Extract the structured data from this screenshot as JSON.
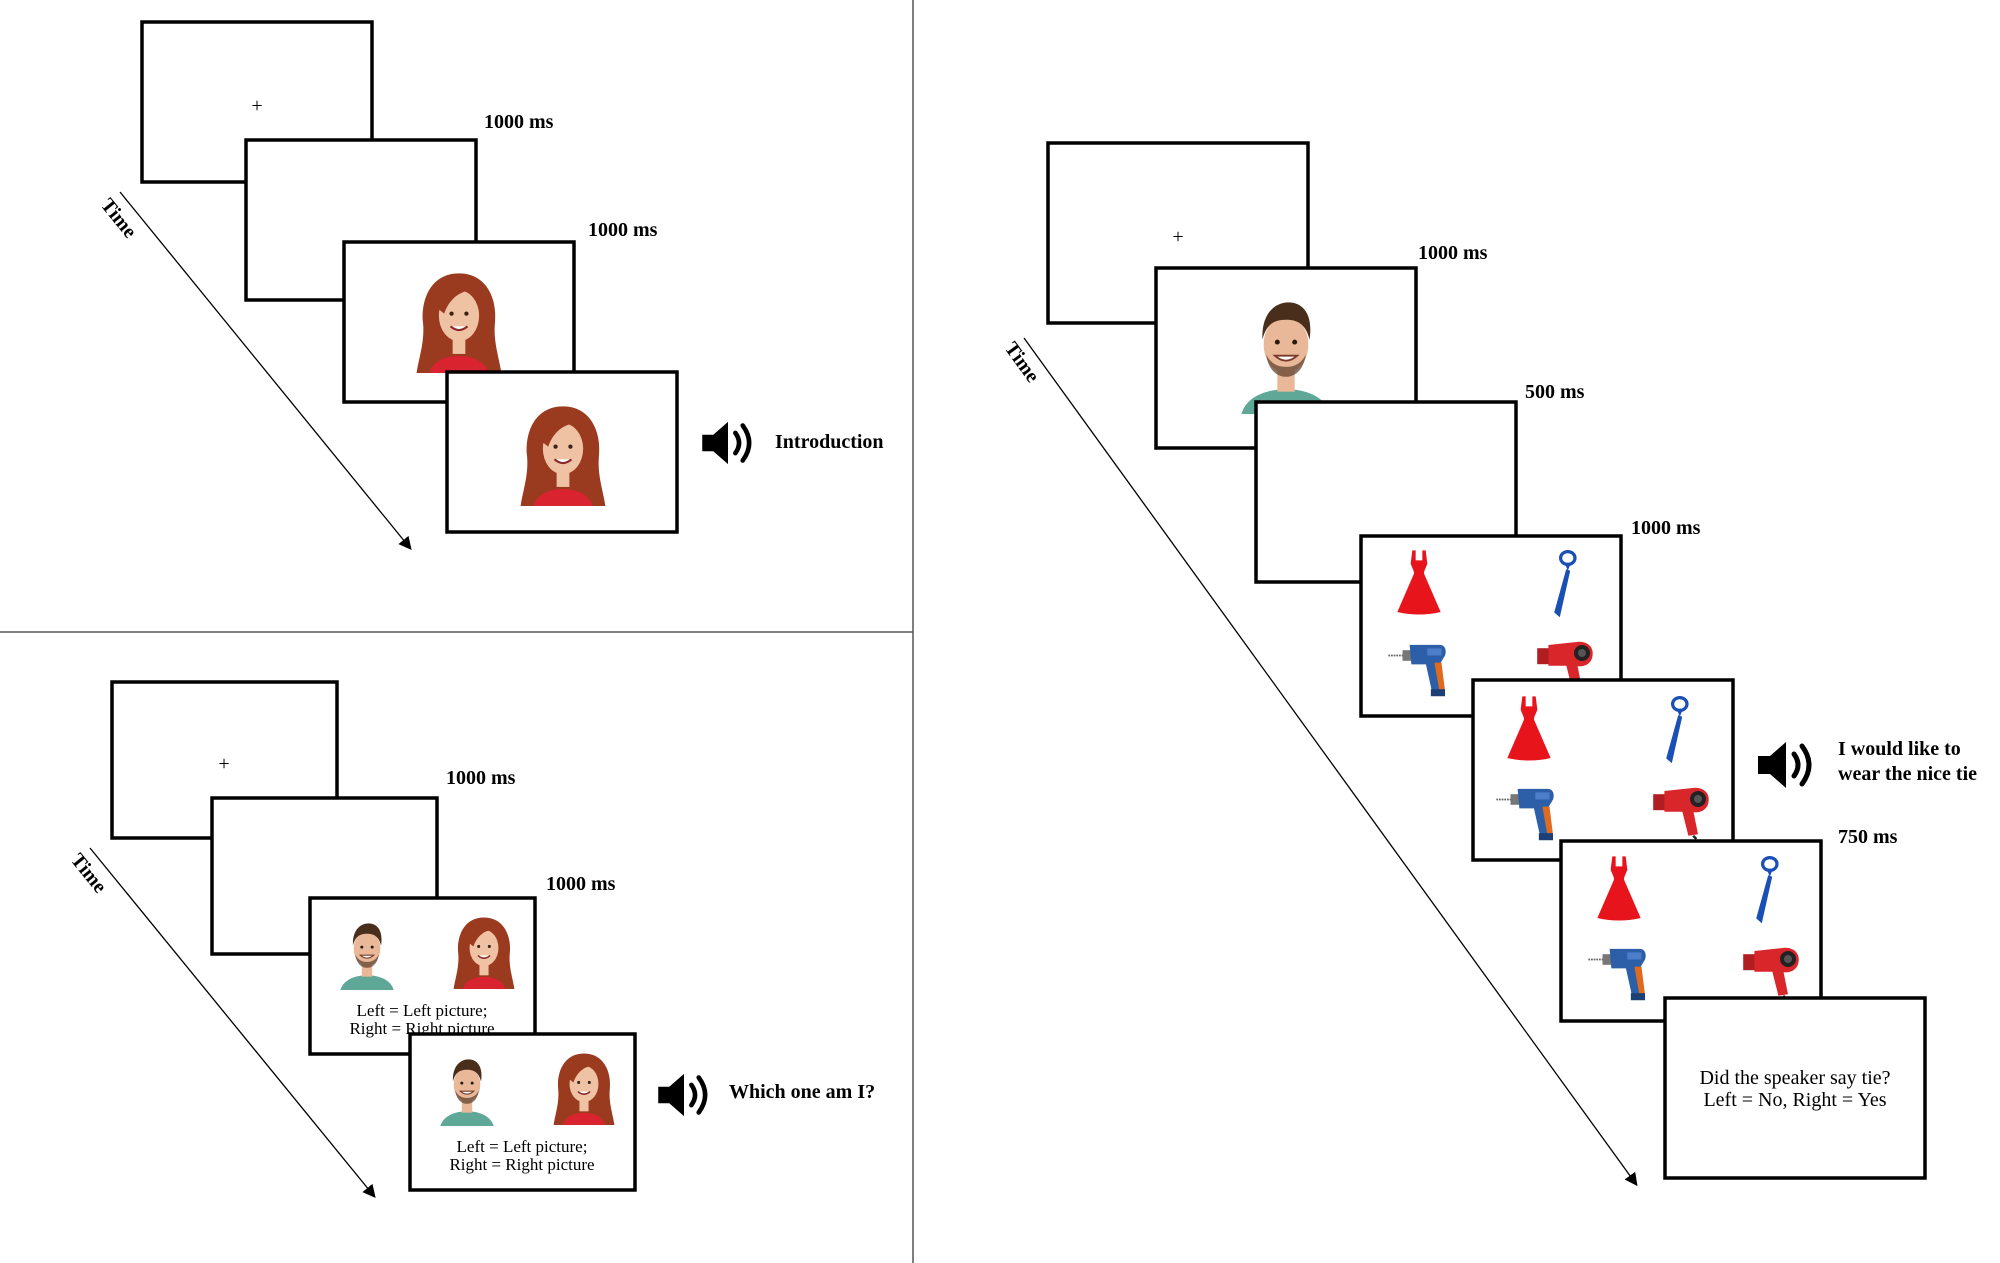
{
  "panels": {
    "top_left": {
      "time_label": "Time",
      "fixation": "+",
      "durations": [
        "1000 ms",
        "1000 ms"
      ],
      "audio_label": "Introduction"
    },
    "bottom_left": {
      "time_label": "Time",
      "fixation": "+",
      "durations": [
        "1000 ms",
        "1000 ms"
      ],
      "choice_text_line1": "Left = Left picture;",
      "choice_text_line2": "Right = Right picture",
      "audio_label": "Which one am I?"
    },
    "right": {
      "time_label": "Time",
      "fixation": "+",
      "durations": [
        "1000 ms",
        "500 ms",
        "1000 ms",
        "750 ms"
      ],
      "audio_label_line1": "I would like to",
      "audio_label_line2": "wear the nice tie",
      "question_line1": "Did the speaker say tie?",
      "question_line2": "Left = No, Right = Yes"
    }
  },
  "colors": {
    "dress": "#e8141c",
    "tie": "#1a4fb5",
    "drill_body": "#2c5fa8",
    "drill_accent": "#e06a1e",
    "hairdryer": "#d8262a",
    "woman_hair": "#9a3a1f",
    "woman_shirt": "#d9232e",
    "man_hair": "#4a2e1c",
    "man_shirt": "#5fa897",
    "skin": "#f0c2a4"
  }
}
